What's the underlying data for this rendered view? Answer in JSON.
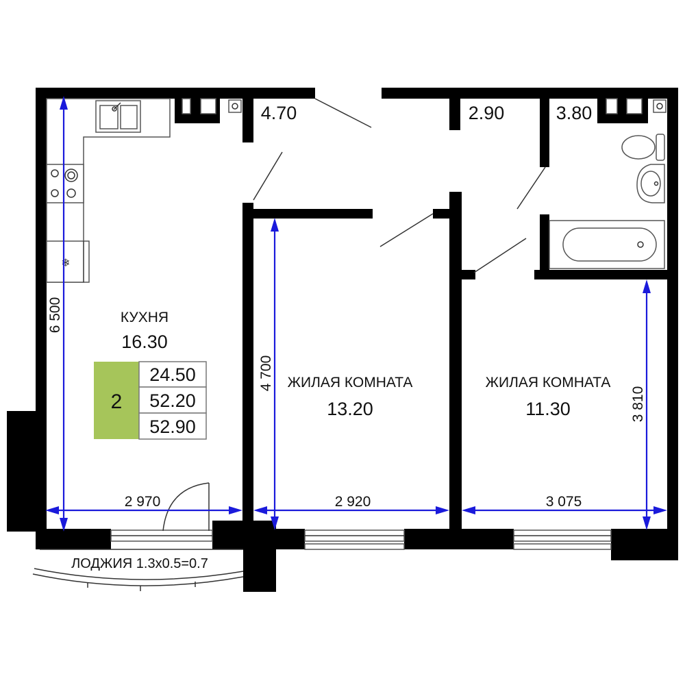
{
  "rooms": {
    "kitchen": {
      "name": "КУХНЯ",
      "area": "16.30"
    },
    "living1": {
      "name": "ЖИЛАЯ КОМНАТА",
      "area": "13.20"
    },
    "living2": {
      "name": "ЖИЛАЯ КОМНАТА",
      "area": "11.30"
    },
    "hall": {
      "area": "4.70"
    },
    "corridor": {
      "area": "2.90"
    },
    "bathroom": {
      "area": "3.80"
    },
    "loggia": {
      "label": "ЛОДЖИЯ 1.3x0.5=0.7"
    }
  },
  "summary": {
    "rooms_count": "2",
    "living_area": "24.50",
    "total_area": "52.20",
    "total_with_loggia": "52.90",
    "badge_color": "#a6c55a"
  },
  "dimensions": {
    "kitchen_height": "6 500",
    "kitchen_width": "2 970",
    "living1_height": "4 700",
    "living1_width": "2 920",
    "living2_height": "3 810",
    "living2_width": "3 075"
  },
  "colors": {
    "dimension_line": "#1a1adb",
    "walls": "#000000"
  }
}
